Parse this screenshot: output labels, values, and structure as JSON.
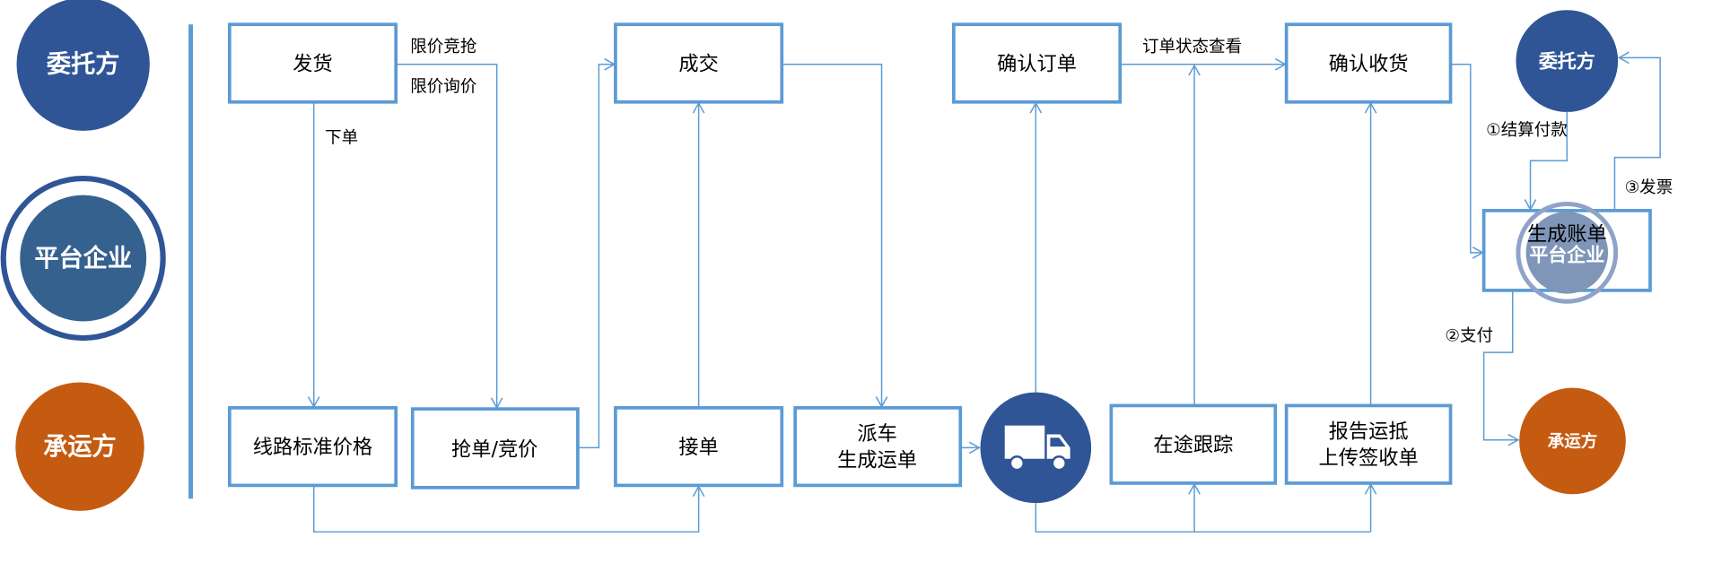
{
  "colors": {
    "shipper": "#2F5597",
    "platform": "#35618F",
    "carrier": "#C55A11",
    "line": "#5B9BD5"
  },
  "lanes": {
    "shipper": "委托方",
    "platform": "平台企业",
    "carrier": "承运方"
  },
  "boxes": {
    "ship": "发货",
    "deal": "成交",
    "confirm_order": "确认订单",
    "confirm_receipt": "确认收货",
    "bill": "生成账单",
    "route_price": "线路标准价格",
    "grab_bid": "抢单/竞价",
    "accept": "接单",
    "dispatch_1": "派车",
    "dispatch_2": "生成运单",
    "tracking": "在途跟踪",
    "arrive_1": "报告运抵",
    "arrive_2": "上传签收单"
  },
  "labels": {
    "limit_grab": "限价竞抢",
    "limit_inquiry": "限价询价",
    "place_order": "下单",
    "order_status": "订单状态查看",
    "settle": "①结算付款",
    "pay": "②支付",
    "invoice": "③发票"
  },
  "right_nodes": {
    "shipper": "委托方",
    "platform_stamp": "平台企业",
    "carrier": "承运方"
  },
  "icons": {
    "truck": "truck-icon"
  }
}
